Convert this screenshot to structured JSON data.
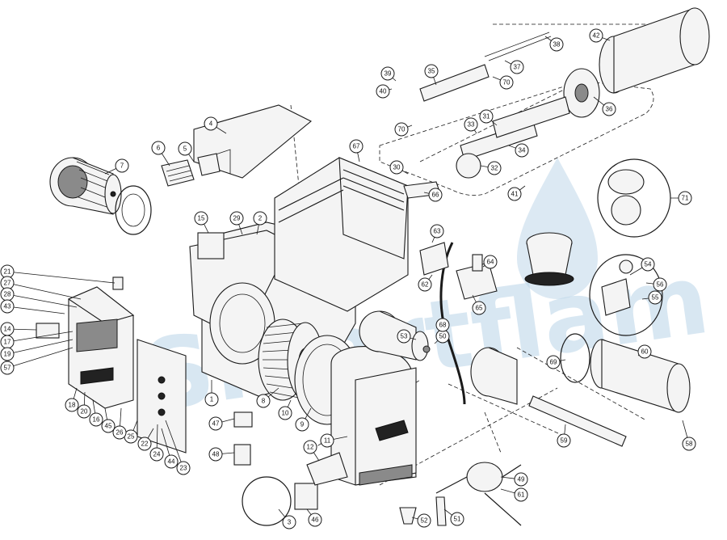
{
  "watermark": {
    "text": "Smartflam",
    "color": "#b9d4e8"
  },
  "callouts": [
    "1",
    "2",
    "3",
    "4",
    "5",
    "6",
    "7",
    "8",
    "9",
    "10",
    "11",
    "12",
    "14",
    "15",
    "16",
    "17",
    "18",
    "19",
    "20",
    "21",
    "22",
    "23",
    "24",
    "25",
    "26",
    "27",
    "28",
    "29",
    "30",
    "31",
    "32",
    "33",
    "34",
    "35",
    "36",
    "37",
    "38",
    "39",
    "40",
    "41",
    "42",
    "43",
    "44",
    "45",
    "46",
    "47",
    "48",
    "49",
    "50",
    "51",
    "52",
    "53",
    "54",
    "55",
    "56",
    "57",
    "58",
    "59",
    "60",
    "61",
    "62",
    "63",
    "64",
    "65",
    "66",
    "67",
    "68",
    "69",
    "70",
    "71"
  ]
}
